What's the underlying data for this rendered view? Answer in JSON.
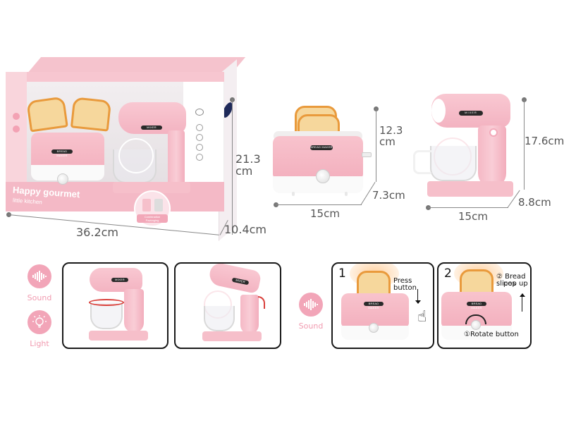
{
  "package": {
    "brand_title": "Happy gourmet",
    "brand_subtitle": "little kitchen",
    "combo_label": "Combination Packaging",
    "dimensions": {
      "height": "21.3\ncm",
      "width": "36.2cm",
      "depth": "10.4cm"
    }
  },
  "toaster": {
    "plate_text": "BREAD MAKER",
    "dimensions": {
      "height": "12.3\ncm",
      "width": "15cm",
      "depth": "7.3cm"
    }
  },
  "mixer": {
    "plate_text": "MIXER",
    "dimensions": {
      "height": "17.6cm",
      "width": "15cm",
      "depth": "8.8cm"
    }
  },
  "features_left": [
    {
      "icon": "sound-wave-icon",
      "label": "Sound"
    },
    {
      "icon": "light-bulb-icon",
      "label": "Light"
    }
  ],
  "features_right": [
    {
      "icon": "sound-wave-icon",
      "label": "Sound"
    }
  ],
  "steps": [
    {
      "number": "1",
      "text": "Press button"
    },
    {
      "number": "2",
      "text_top": "② Bread slices",
      "text_top2": "pop up",
      "text_bottom": "①Rotate button"
    }
  ],
  "colors": {
    "pink": "#f3b3c1",
    "pink_light": "#f9d5dc",
    "accent_label": "#f19bb0",
    "bread_crust": "#e99a3c",
    "bread": "#f6d79c",
    "dimension_text": "#555555"
  }
}
